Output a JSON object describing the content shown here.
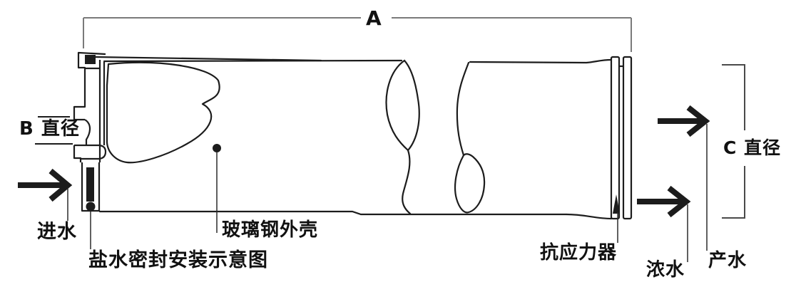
{
  "diagram": {
    "dimension_a": "A",
    "dimension_b": "B 直径",
    "dimension_c": "C 直径",
    "feed_water": "进水",
    "brine_seal_note": "盐水密封安装示意图",
    "fiberglass_shell": "玻璃钢外壳",
    "anti_stress_device": "抗应力器",
    "concentrate_water": "浓水",
    "product_water": "产水",
    "colors": {
      "line": "#1c1c1c",
      "dimension_line": "#7a7a7a",
      "bracket_line": "#4a4a4a",
      "leader_line": "#2b2b2b",
      "background": "#ffffff"
    }
  }
}
